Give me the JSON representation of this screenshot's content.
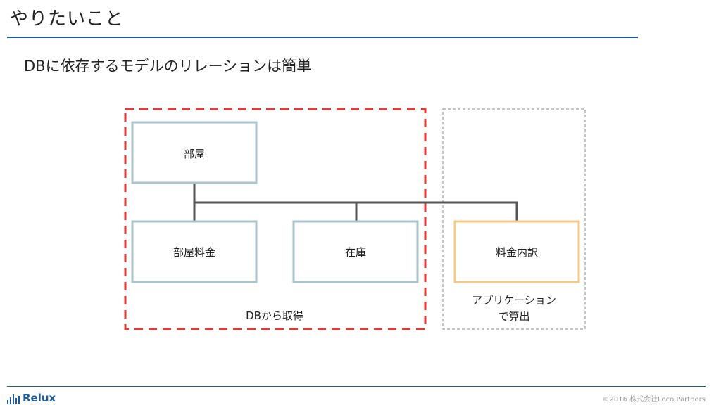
{
  "slide": {
    "title": "やりたいこと",
    "subtitle": "DBに依存するモデルのリレーションは簡単"
  },
  "diagram": {
    "nodes": {
      "room": "部屋",
      "room_price": "部屋料金",
      "stock": "在庫",
      "price_breakdown": "料金内訳"
    },
    "groups": {
      "db": "DBから取得",
      "app_line1": "アプリケーション",
      "app_line2": "で算出"
    }
  },
  "footer": {
    "logo": "Relux",
    "copyright": "©2016 株式会社Loco Partners"
  },
  "colors": {
    "accent": "#1f5c99",
    "db_group_border": "#e53935",
    "app_group_border": "#888888",
    "node_border": "#a9c4cc",
    "highlight_node_border": "#f5c98d",
    "connector": "#555555"
  }
}
